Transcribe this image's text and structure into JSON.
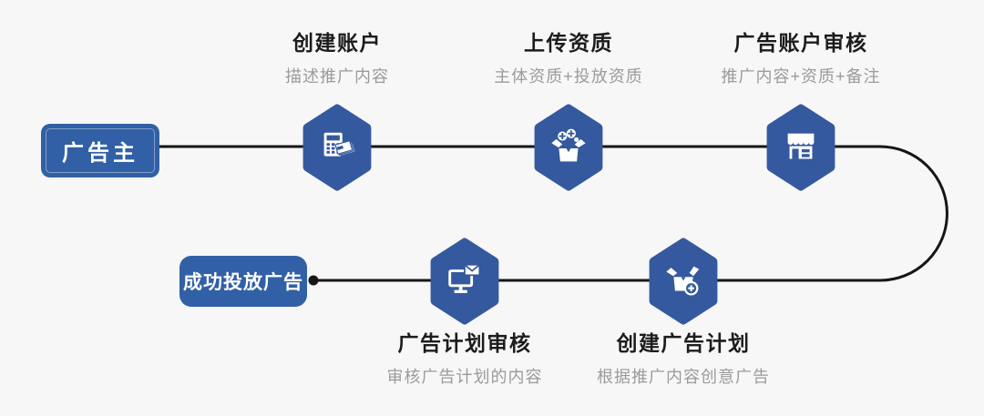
{
  "palette": {
    "background": "#f7f7f7",
    "hexagon_blue": "#35599E",
    "box_blue": "#3160A6",
    "line_color": "#161616",
    "title_color": "#1c1c1c",
    "subtitle_color": "#9b9b9b",
    "icon_color": "#ffffff"
  },
  "start_node": {
    "label": "广告主"
  },
  "end_node": {
    "label": "成功投放广告"
  },
  "steps": [
    {
      "title": "创建账户",
      "subtitle": "描述推广内容",
      "icon": "calculator-tax-icon"
    },
    {
      "title": "上传资质",
      "subtitle": "主体资质+投放资质",
      "icon": "box-coins-icon"
    },
    {
      "title": "广告账户审核",
      "subtitle": "推广内容+资质+备注",
      "icon": "storefront-icon"
    },
    {
      "title": "创建广告计划",
      "subtitle": "根据推广内容创意广告",
      "icon": "box-plus-icon"
    },
    {
      "title": "广告计划审核",
      "subtitle": "审核广告计划的内容",
      "icon": "monitor-mail-icon"
    }
  ]
}
